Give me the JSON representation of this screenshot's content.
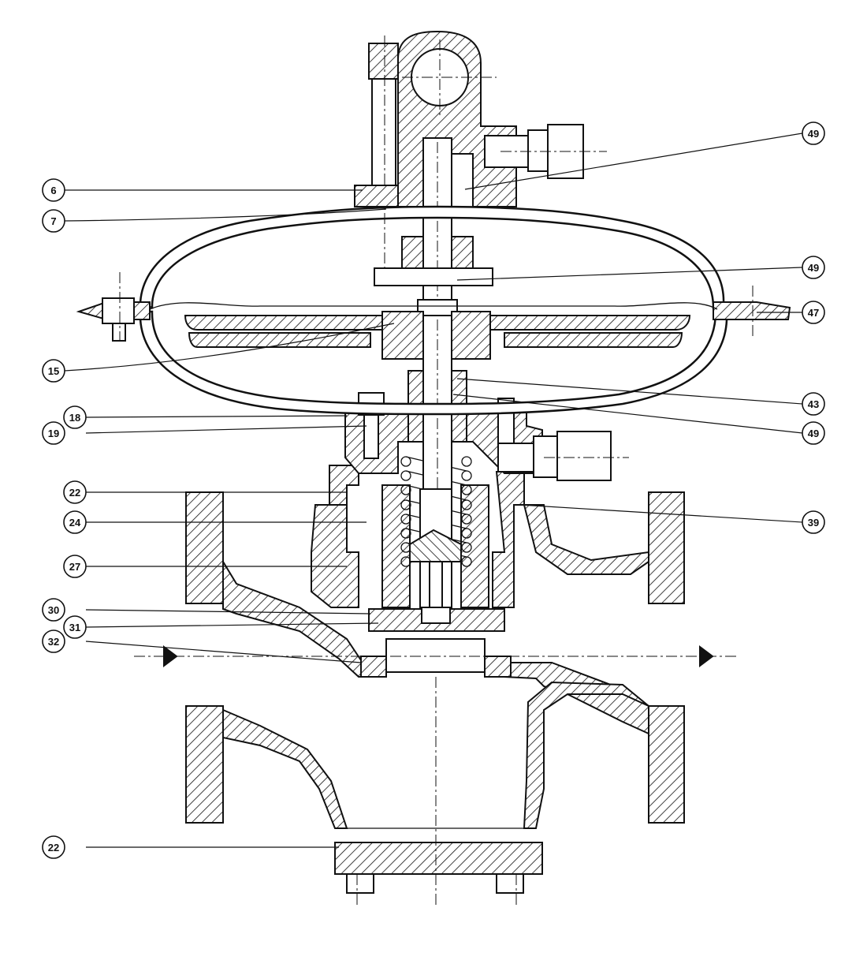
{
  "callouts": {
    "c6": "6",
    "c7": "7",
    "c15": "15",
    "c18": "18",
    "c19": "19",
    "c22a": "22",
    "c24": "24",
    "c27": "27",
    "c30": "30",
    "c31": "31",
    "c32": "32",
    "c22b": "22",
    "c49a": "49",
    "c49b": "49",
    "c47": "47",
    "c43": "43",
    "c49c": "49",
    "c39": "39"
  },
  "colors": {
    "ink": "#111111",
    "paper": "#ffffff"
  }
}
